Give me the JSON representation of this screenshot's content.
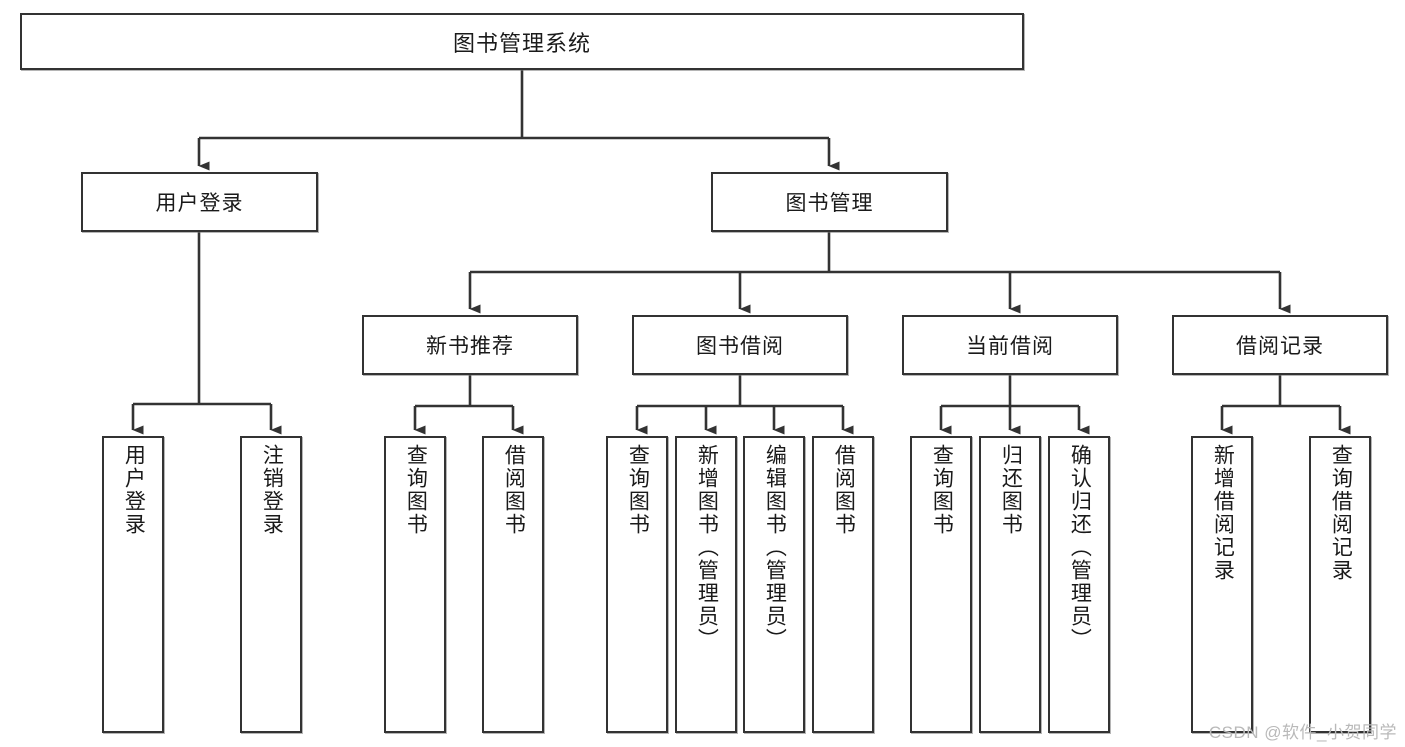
{
  "diagram": {
    "title": "图书管理系统",
    "type": "tree-hierarchy",
    "root": {
      "label": "图书管理系统"
    },
    "level2": [
      {
        "label": "用户登录"
      },
      {
        "label": "图书管理"
      }
    ],
    "level3": [
      {
        "label": "新书推荐"
      },
      {
        "label": "图书借阅"
      },
      {
        "label": "当前借阅"
      },
      {
        "label": "借阅记录"
      }
    ],
    "leaves": {
      "user_login": [
        {
          "label": "用户登录"
        },
        {
          "label": "注销登录"
        }
      ],
      "new_book_recommend": [
        {
          "label": "查询图书"
        },
        {
          "label": "借阅图书"
        }
      ],
      "book_borrow": [
        {
          "label": "查询图书"
        },
        {
          "label": "新增图书（管理员）"
        },
        {
          "label": "编辑图书（管理员）"
        },
        {
          "label": "借阅图书"
        }
      ],
      "current_borrow": [
        {
          "label": "查询图书"
        },
        {
          "label": "归还图书"
        },
        {
          "label": "确认归还（管理员）"
        }
      ],
      "borrow_record": [
        {
          "label": "新增借阅记录"
        },
        {
          "label": "查询借阅记录"
        }
      ]
    }
  },
  "watermark": {
    "text": "CSDN @软件_小贺同学"
  },
  "colors": {
    "box_border": "#333333",
    "box_fill": "#ffffff",
    "line": "#333333",
    "text": "#1a1a1a",
    "watermark": "#b9b9b9"
  }
}
